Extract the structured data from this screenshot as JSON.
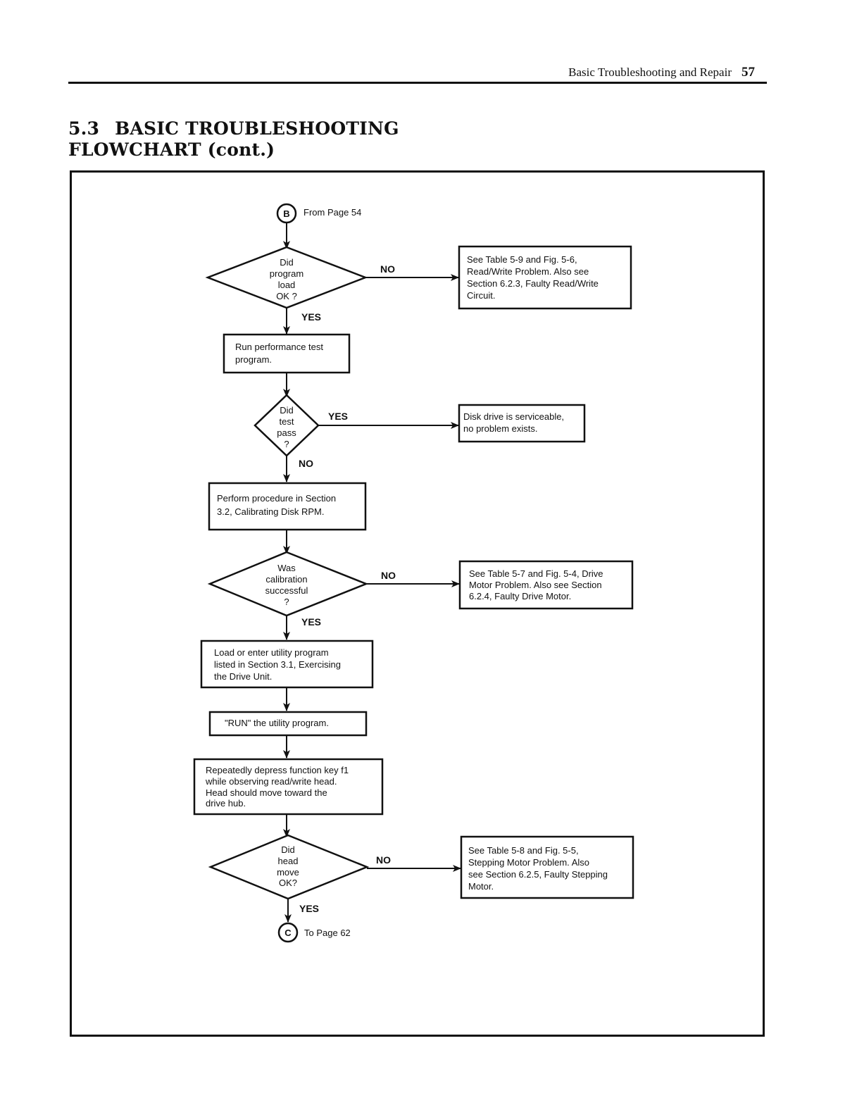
{
  "header": {
    "running_title": "Basic Troubleshooting and Repair",
    "page_number": "57"
  },
  "section": {
    "number": "5.3",
    "title_line1": "BASIC TROUBLESHOOTING",
    "title_line2": "FLOWCHART (cont.)"
  },
  "flowchart": {
    "start": {
      "symbol": "B",
      "note": "From Page 54"
    },
    "end": {
      "symbol": "C",
      "note": "To Page 62"
    },
    "decision1": {
      "lines": [
        "Did",
        "program",
        "load",
        "OK ?"
      ],
      "no": "NO",
      "yes": "YES"
    },
    "result1": {
      "lines": [
        "See Table 5-9 and Fig. 5-6,",
        "Read/Write Problem.  Also see",
        "Section 6.2.3, Faulty Read/Write",
        "Circuit."
      ]
    },
    "step1": {
      "lines": [
        "Run performance test",
        "program."
      ]
    },
    "decision2": {
      "lines": [
        "Did",
        "test",
        "pass",
        "?"
      ],
      "yes": "YES",
      "no": "NO"
    },
    "result2": {
      "lines": [
        "Disk drive is serviceable,",
        "no problem exists."
      ]
    },
    "step2": {
      "lines": [
        "Perform procedure in Section",
        "3.2, Calibrating Disk RPM."
      ]
    },
    "decision3": {
      "lines": [
        "Was",
        "calibration",
        "successful",
        "?"
      ],
      "no": "NO",
      "yes": "YES"
    },
    "result3": {
      "lines": [
        "See Table 5-7 and Fig. 5-4, Drive",
        "Motor Problem.  Also see Section",
        "6.2.4, Faulty Drive Motor."
      ]
    },
    "step3": {
      "lines": [
        "Load or enter utility program",
        "listed in Section 3.1, Exercising",
        "the Drive Unit."
      ]
    },
    "step4": {
      "lines": [
        "\"RUN\" the utility program."
      ]
    },
    "step5": {
      "lines": [
        "Repeatedly depress function key f1",
        "while observing read/write head.",
        "Head should move toward the",
        "drive hub."
      ]
    },
    "decision4": {
      "lines": [
        "Did",
        "head",
        "move",
        "OK?"
      ],
      "no": "NO",
      "yes": "YES"
    },
    "result4": {
      "lines": [
        "See Table 5-8 and Fig. 5-5,",
        "Stepping Motor Problem.  Also",
        "see Section 6.2.5, Faulty Stepping",
        "Motor."
      ]
    }
  }
}
